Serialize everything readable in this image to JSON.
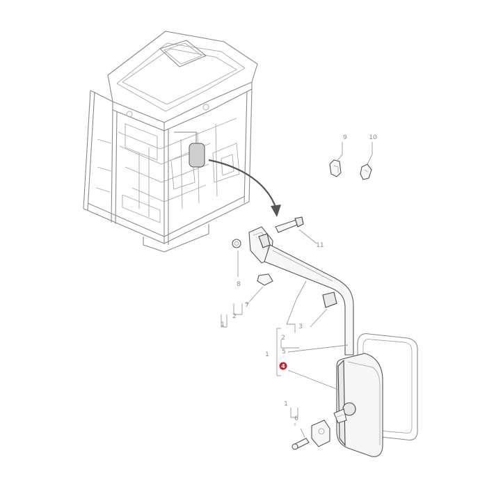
{
  "diagram": {
    "labels": {
      "p9": "9",
      "p10": "10",
      "p11": "11",
      "p8": "8",
      "p7": "7",
      "p2a": "2",
      "p1a": "1",
      "p3": "3",
      "p2b": "2",
      "p1b": "1",
      "p5": "5",
      "p4": "4",
      "p1c": "1",
      "p6": "6"
    },
    "highlight_color": "#c81e2c"
  }
}
